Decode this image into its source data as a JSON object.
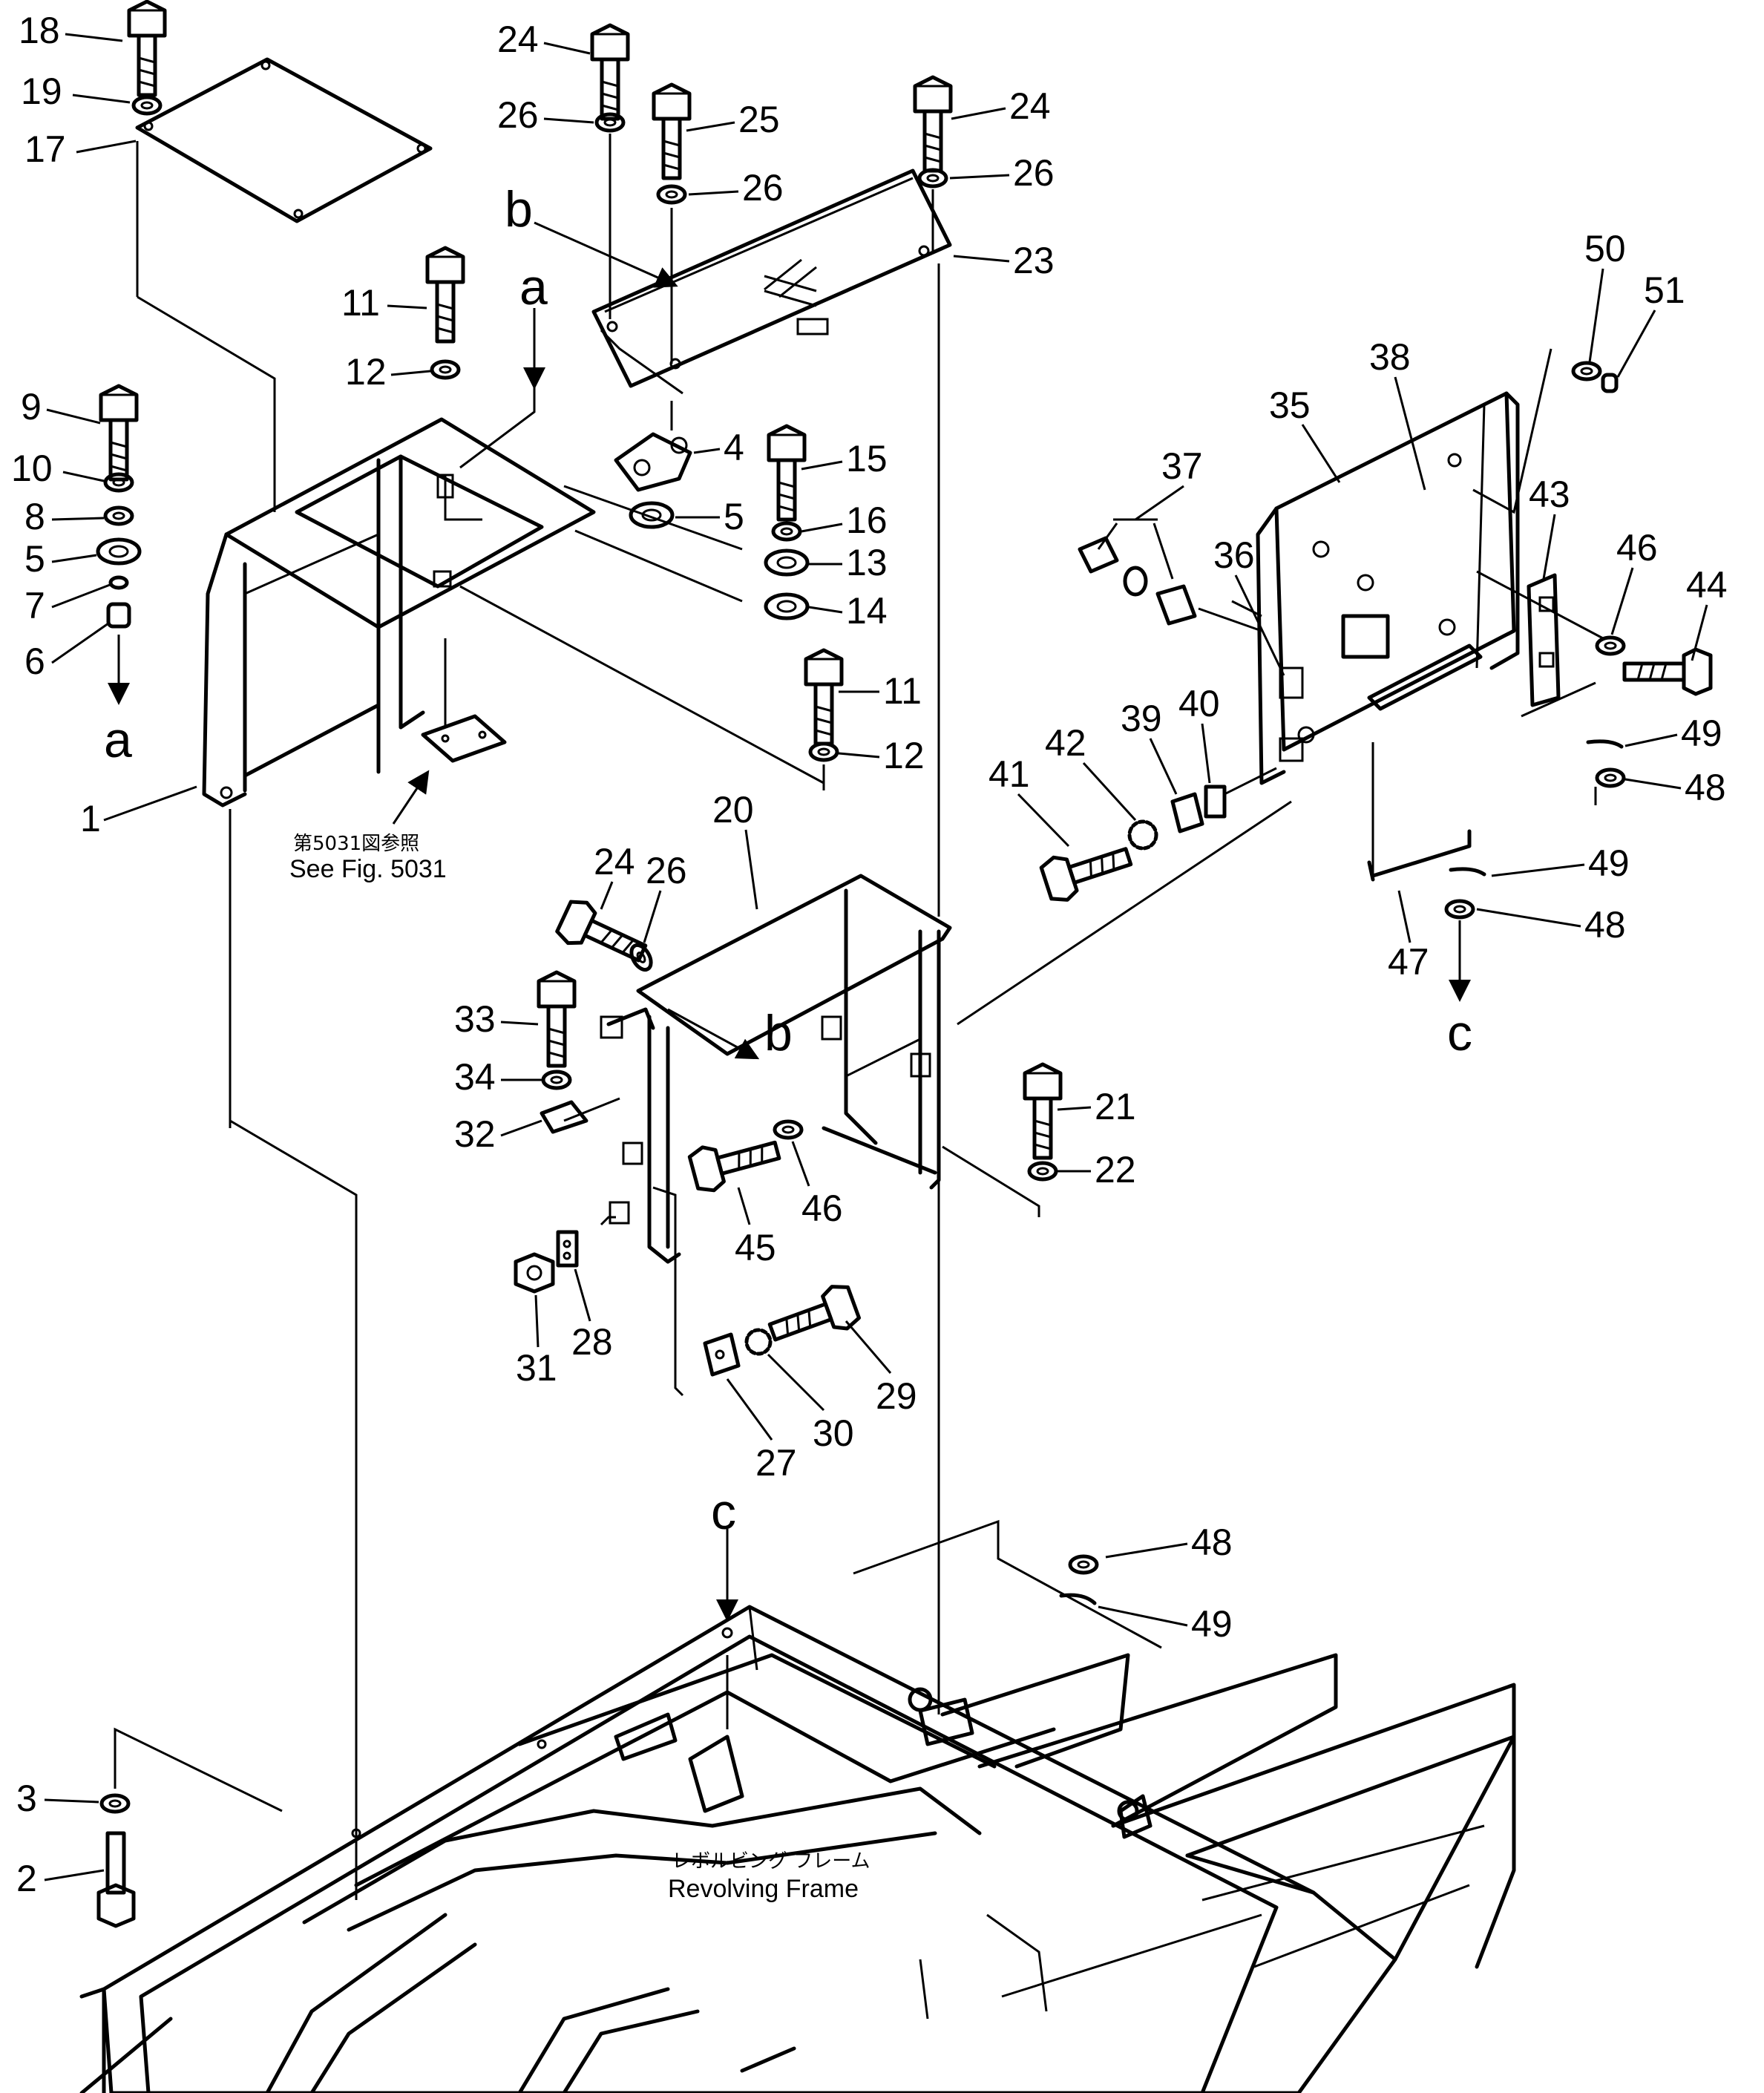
{
  "figure": {
    "see_fig_jp": "第5031図参照",
    "see_fig_en": "See Fig. 5031",
    "frame_jp": "レボルビング フレーム",
    "frame_en": "Revolving Frame"
  },
  "flow_markers": {
    "a_top": "a",
    "a_left": "a",
    "b_top": "b",
    "b_mid": "b",
    "c_right": "c",
    "c_bottom": "c"
  },
  "callouts": {
    "c18": "18",
    "c19": "19",
    "c17": "17",
    "c9": "9",
    "c10": "10",
    "c8": "8",
    "c5a": "5",
    "c7": "7",
    "c6": "6",
    "c1": "1",
    "c11a": "11",
    "c12a": "12",
    "c24a": "24",
    "c26a": "26",
    "c25": "25",
    "c26b": "26",
    "c24b": "24",
    "c26c": "26",
    "c23": "23",
    "c4": "4",
    "c5b": "5",
    "c15": "15",
    "c16": "16",
    "c13": "13",
    "c14": "14",
    "c11b": "11",
    "c12b": "12",
    "c50": "50",
    "c51": "51",
    "c38": "38",
    "c35": "35",
    "c37": "37",
    "c36": "36",
    "c43": "43",
    "c46a": "46",
    "c44": "44",
    "c49a": "49",
    "c48a": "48",
    "c41": "41",
    "c42": "42",
    "c39": "39",
    "c40": "40",
    "c49b": "49",
    "c48b": "48",
    "c47": "47",
    "c20": "20",
    "c24c": "24",
    "c26d": "26",
    "c33": "33",
    "c34": "34",
    "c32": "32",
    "c21": "21",
    "c22": "22",
    "c45": "45",
    "c46b": "46",
    "c31": "31",
    "c28": "28",
    "c29": "29",
    "c30": "30",
    "c27": "27",
    "c48c": "48",
    "c49c": "49",
    "c3": "3",
    "c2": "2"
  },
  "icons": [
    "bolt-icon",
    "washer-icon",
    "bracket-icon",
    "arrow-down-icon"
  ]
}
